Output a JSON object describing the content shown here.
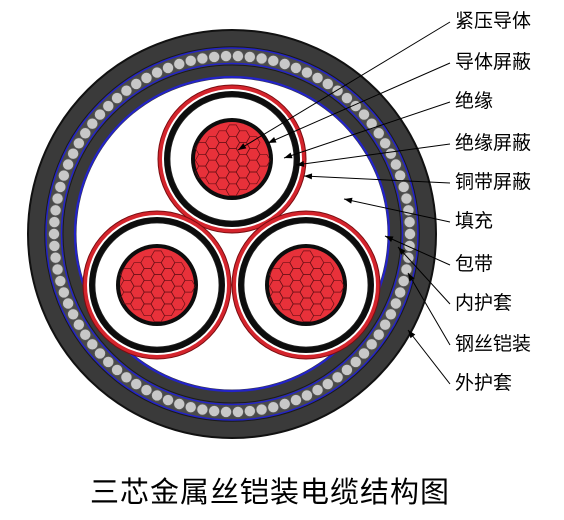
{
  "title": "三芯金属丝铠装电缆结构图",
  "labels": [
    {
      "id": "conductor",
      "text": "紧压导体"
    },
    {
      "id": "conductor-screen",
      "text": "导体屏蔽"
    },
    {
      "id": "insulation",
      "text": "绝缘"
    },
    {
      "id": "insulation-screen",
      "text": "绝缘屏蔽"
    },
    {
      "id": "copper-tape-screen",
      "text": "铜带屏蔽"
    },
    {
      "id": "filler",
      "text": "填充"
    },
    {
      "id": "binding-tape",
      "text": "包带"
    },
    {
      "id": "inner-sheath",
      "text": "内护套"
    },
    {
      "id": "steel-wire-armour",
      "text": "钢丝铠装"
    },
    {
      "id": "outer-sheath",
      "text": "外护套"
    }
  ],
  "colors": {
    "sheath": "#3a3a3a",
    "sheath_edge": "#111111",
    "wire": "#c8c8c8",
    "binding": "#2323c8",
    "copper": "#d4242c",
    "conductor": "#e8313a",
    "strand_line": "#6b1016",
    "screen": "#0d0d0d",
    "insulation": "#ffffff"
  }
}
